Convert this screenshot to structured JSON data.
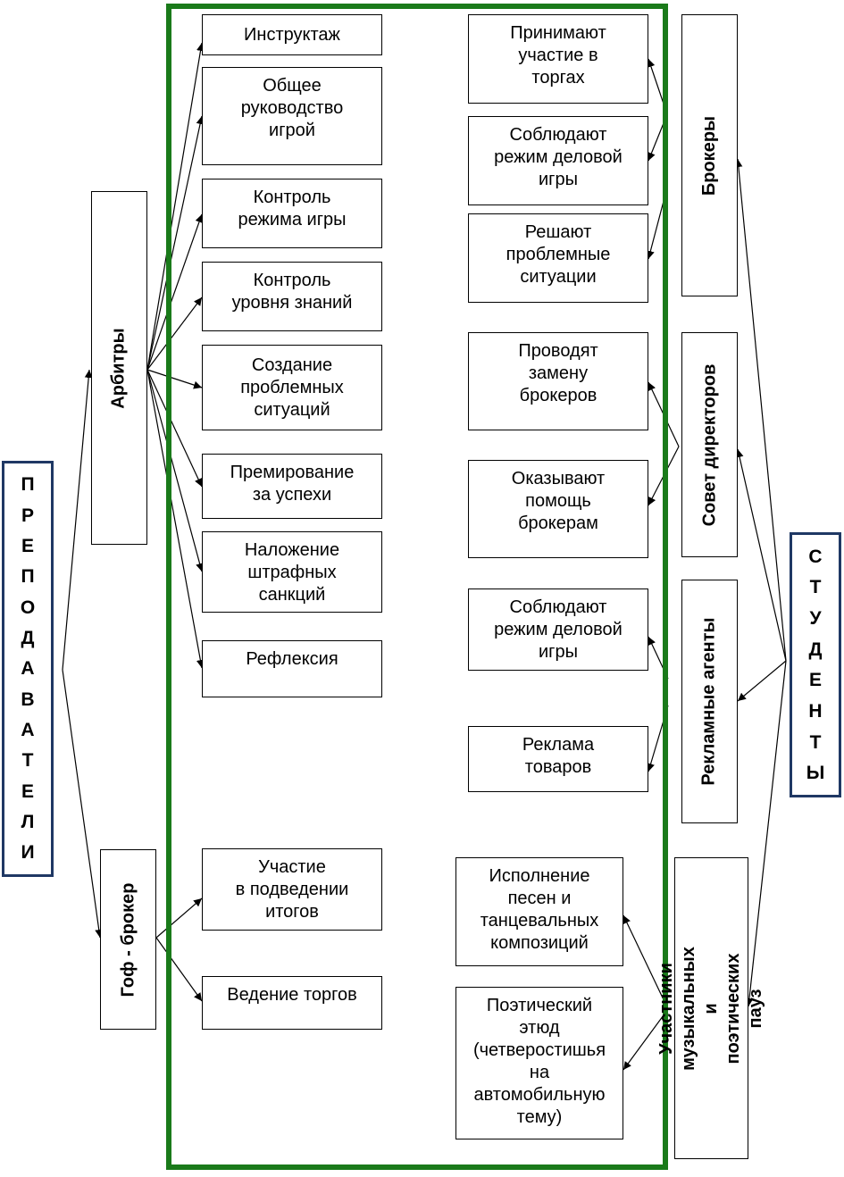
{
  "side": {
    "left": "ПРЕПОДАВАТЕЛИ",
    "right": "СТУДЕНТЫ"
  },
  "teacher_roles": {
    "arbiters": "Арбитры",
    "gof_broker": "Гоф - брокер"
  },
  "student_roles": {
    "brokers": "Брокеры",
    "board": "Совет директоров",
    "agents": "Рекламные агенты",
    "participants": "Участники музыкальных и\nпоэтических пауз"
  },
  "arbiter_tasks": [
    "Инструктаж",
    "Общее\nруководство\nигрой",
    "Контроль\nрежима игры",
    "Контроль\nуровня знаний",
    "Создание\nпроблемных\nситуаций",
    "Премирование\nза успехи",
    "Наложение\nштрафных\nсанкций",
    "Рефлексия"
  ],
  "gof_tasks": [
    "Участие\nв подведении\nитогов",
    "Ведение торгов"
  ],
  "broker_tasks": [
    "Принимают\nучастие в\nторгах",
    "Соблюдают\nрежим деловой\nигры",
    "Решают\nпроблемные\nситуации"
  ],
  "board_tasks": [
    "Проводят\nзамену\nброкеров",
    "Оказывают\nпомощь\nброкерам"
  ],
  "agent_tasks": [
    "Соблюдают\nрежим деловой\nигры",
    "Реклама\nтоваров"
  ],
  "participant_tasks": [
    "Исполнение\nпесен и\nтанцевальных\nкомпозиций",
    "Поэтический\nэтюд\n(четверостишья\nна\nавтомобильную\nтему)"
  ]
}
